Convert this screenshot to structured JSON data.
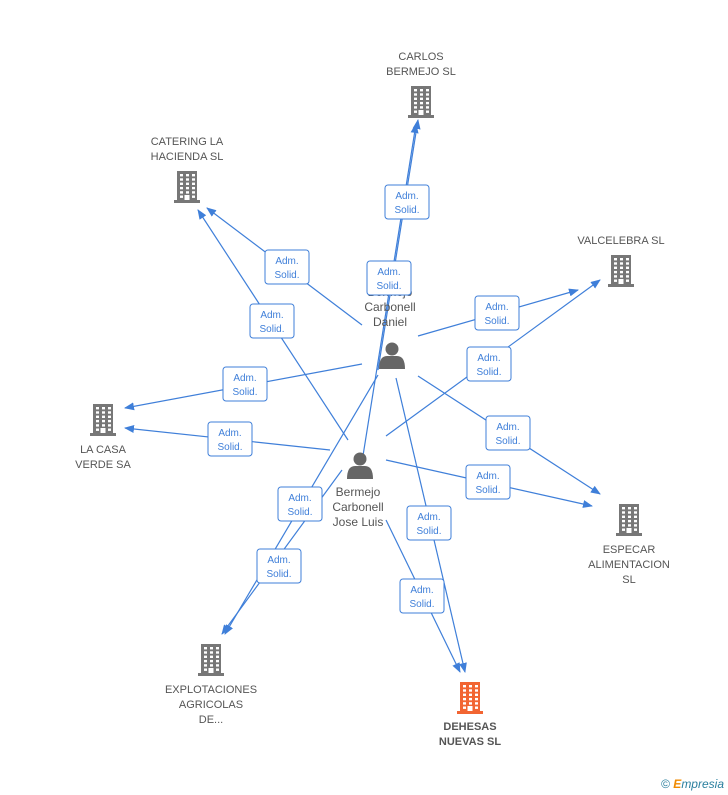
{
  "colors": {
    "edge": "#3f7fd9",
    "company": "#777777",
    "company_highlight": "#f26532",
    "person": "#666666"
  },
  "companies": [
    {
      "id": "carlos",
      "lines": [
        "CARLOS",
        "BERMEJO SL"
      ],
      "highlight": false,
      "icon": "building-icon"
    },
    {
      "id": "catering",
      "lines": [
        "CATERING LA",
        "HACIENDA SL"
      ],
      "highlight": false,
      "icon": "building-icon"
    },
    {
      "id": "valcelebra",
      "lines": [
        "VALCELEBRA SL"
      ],
      "highlight": false,
      "icon": "building-icon"
    },
    {
      "id": "lacasa",
      "lines": [
        "LA CASA",
        "VERDE SA"
      ],
      "highlight": false,
      "icon": "building-icon"
    },
    {
      "id": "especar",
      "lines": [
        "ESPECAR",
        "ALIMENTACION",
        "SL"
      ],
      "highlight": false,
      "icon": "building-icon"
    },
    {
      "id": "explotaciones",
      "lines": [
        "EXPLOTACIONES",
        "AGRICOLAS",
        "DE..."
      ],
      "highlight": false,
      "icon": "building-icon"
    },
    {
      "id": "dehesas",
      "lines": [
        "DEHESAS",
        "NUEVAS SL"
      ],
      "highlight": true,
      "icon": "building-icon"
    }
  ],
  "persons": [
    {
      "id": "daniel",
      "lines": [
        "Bermejo",
        "Carbonell",
        "Daniel"
      ],
      "icon": "person-icon"
    },
    {
      "id": "joseluis",
      "lines": [
        "Bermejo",
        "Carbonell",
        "Jose Luis"
      ],
      "icon": "person-icon"
    }
  ],
  "edges": [
    {
      "from": "daniel",
      "to": "carlos",
      "lines": [
        "Adm.",
        "Solid."
      ]
    },
    {
      "from": "joseluis",
      "to": "carlos",
      "lines": [
        "Adm.",
        "Solid."
      ]
    },
    {
      "from": "daniel",
      "to": "catering",
      "lines": [
        "Adm.",
        "Solid."
      ]
    },
    {
      "from": "joseluis",
      "to": "catering",
      "lines": [
        "Adm.",
        "Solid."
      ]
    },
    {
      "from": "daniel",
      "to": "valcelebra",
      "lines": [
        "Adm.",
        "Solid."
      ]
    },
    {
      "from": "joseluis",
      "to": "valcelebra",
      "lines": [
        "Adm.",
        "Solid."
      ]
    },
    {
      "from": "daniel",
      "to": "lacasa",
      "lines": [
        "Adm.",
        "Solid."
      ]
    },
    {
      "from": "joseluis",
      "to": "lacasa",
      "lines": [
        "Adm.",
        "Solid."
      ]
    },
    {
      "from": "daniel",
      "to": "especar",
      "lines": [
        "Adm.",
        "Solid."
      ]
    },
    {
      "from": "joseluis",
      "to": "especar",
      "lines": [
        "Adm.",
        "Solid."
      ]
    },
    {
      "from": "daniel",
      "to": "explotaciones",
      "lines": [
        "Adm.",
        "Solid."
      ]
    },
    {
      "from": "joseluis",
      "to": "explotaciones",
      "lines": [
        "Adm.",
        "Solid."
      ]
    },
    {
      "from": "daniel",
      "to": "dehesas",
      "lines": [
        "Adm.",
        "Solid."
      ]
    },
    {
      "from": "joseluis",
      "to": "dehesas",
      "lines": [
        "Adm.",
        "Solid."
      ]
    }
  ],
  "footer": {
    "copyright": "©",
    "brand_first": "E",
    "brand_rest": "mpresia"
  }
}
